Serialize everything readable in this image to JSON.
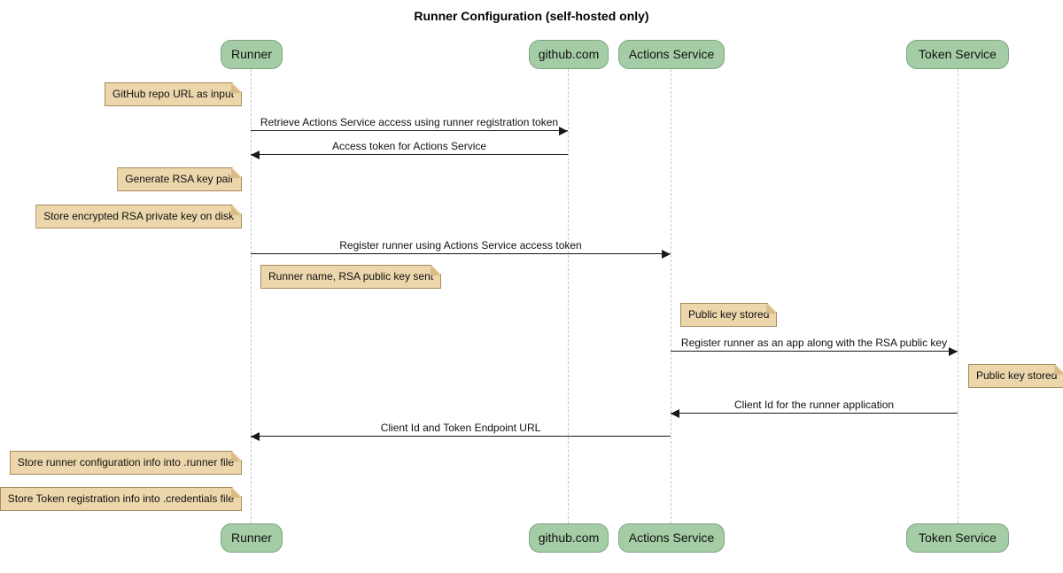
{
  "title": "Runner Configuration (self-hosted only)",
  "participants": [
    {
      "name": "Runner"
    },
    {
      "name": "github.com"
    },
    {
      "name": "Actions Service"
    },
    {
      "name": "Token Service"
    }
  ],
  "messages": [
    {
      "text": "Retrieve Actions Service access using runner registration token",
      "from": "Runner",
      "to": "github.com"
    },
    {
      "text": "Access token for Actions Service",
      "from": "github.com",
      "to": "Runner"
    },
    {
      "text": "Register runner using Actions Service access token",
      "from": "Runner",
      "to": "Actions Service"
    },
    {
      "text": "Register runner as an app along with the RSA public key",
      "from": "Actions Service",
      "to": "Token Service"
    },
    {
      "text": "Client Id for the runner application",
      "from": "Token Service",
      "to": "Actions Service"
    },
    {
      "text": "Client Id and Token Endpoint URL",
      "from": "Actions Service",
      "to": "Runner"
    }
  ],
  "notes": [
    {
      "text": "GitHub repo URL as input",
      "anchor": "Runner"
    },
    {
      "text": "Generate RSA key pair",
      "anchor": "Runner"
    },
    {
      "text": "Store encrypted RSA private key on disk",
      "anchor": "Runner"
    },
    {
      "text": "Runner name, RSA public key sent",
      "anchor": "Runner"
    },
    {
      "text": "Public key stored",
      "anchor": "Actions Service"
    },
    {
      "text": "Public key stored",
      "anchor": "Token Service"
    },
    {
      "text": "Store runner configuration info into .runner file",
      "anchor": "Runner"
    },
    {
      "text": "Store Token registration info into .credentials file",
      "anchor": "Runner"
    }
  ],
  "colors": {
    "participant_fill": "#a5cda5",
    "participant_border": "#7fa37f",
    "note_fill": "#ecd6ac",
    "note_border": "#a9895c",
    "note_fold": "#d9ba85",
    "lifeline": "#c8c8c8",
    "arrow": "#181818"
  }
}
